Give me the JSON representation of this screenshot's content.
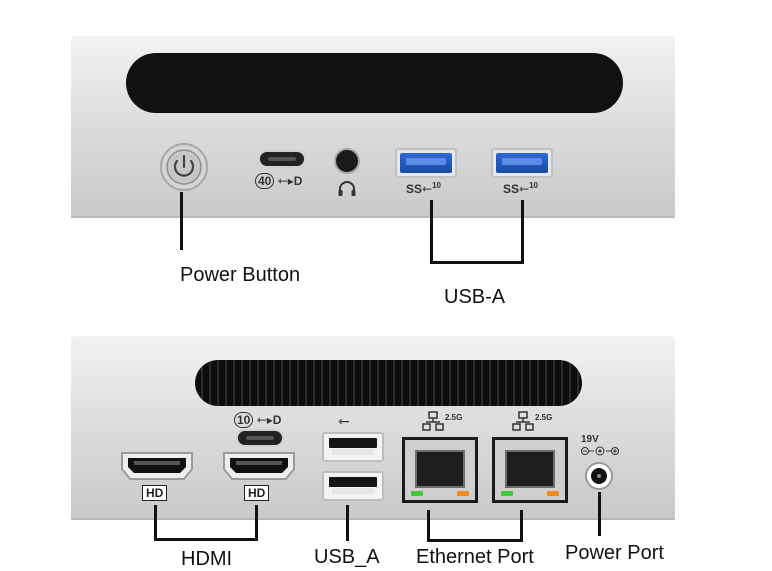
{
  "front_panel": {
    "port_marks": {
      "usbc": "40",
      "usb_a_left": "SS",
      "usb_a_left_speed": "10",
      "usb_a_right": "SS",
      "usb_a_right_speed": "10"
    }
  },
  "rear_panel": {
    "port_marks": {
      "usbc": "10",
      "hdmi_left": "HD",
      "hdmi_right": "HD",
      "ethernet_left_speed": "2.5G",
      "ethernet_right_speed": "2.5G",
      "power_voltage": "19V"
    }
  },
  "labels": {
    "power_button": "Power Button",
    "usb_a_front": "USB-A",
    "hdmi": "HDMI",
    "usb_a_rear": "USB_A",
    "ethernet_port": "Ethernet Port",
    "power_port": "Power Port"
  },
  "colors": {
    "usb3_blue": "#2b69d6",
    "led_green": "#3ec83a",
    "led_orange": "#f08a1c",
    "panel_silver": "#d9dadc"
  },
  "icons": [
    "power-icon",
    "headphone-icon",
    "usb-symbol-icon",
    "network-icon",
    "dc-polarity-icon"
  ]
}
